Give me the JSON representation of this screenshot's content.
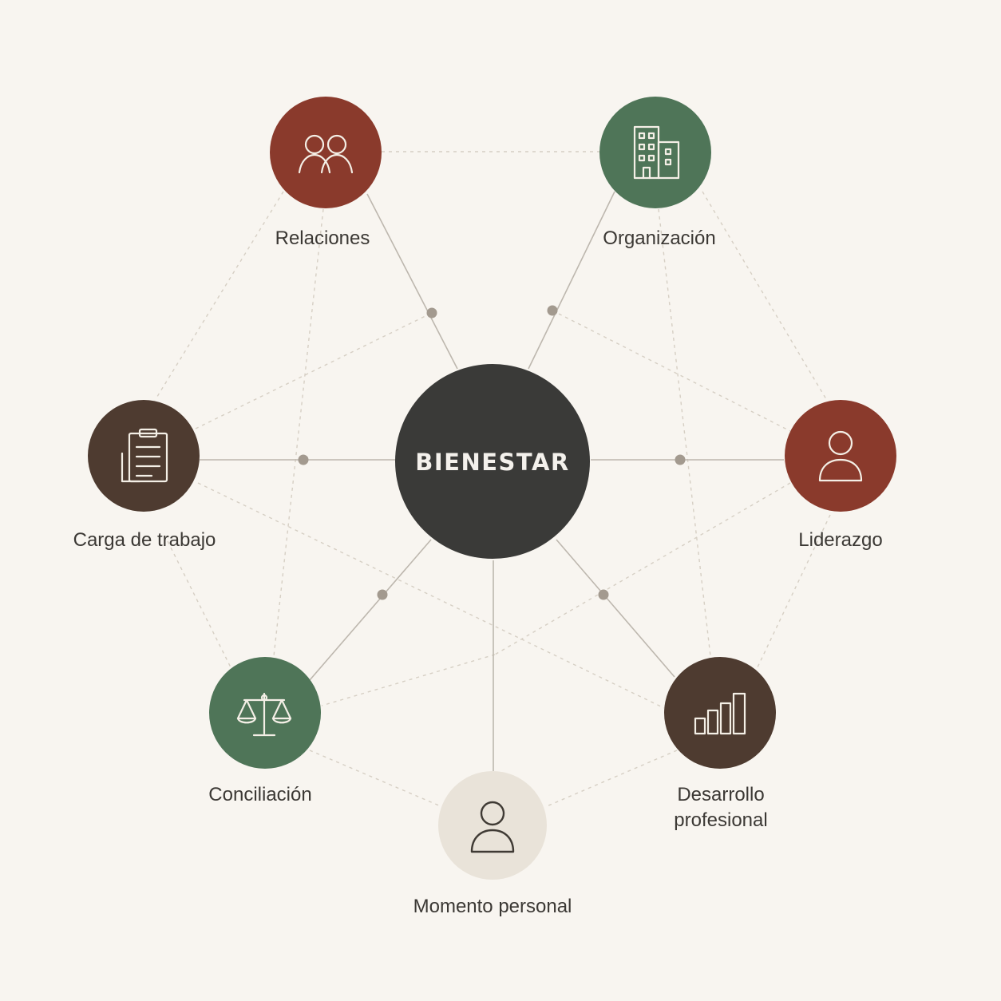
{
  "center": {
    "label": "BIENESTAR"
  },
  "nodes": [
    {
      "id": "relaciones",
      "label": "Relaciones",
      "icon": "people-icon",
      "color": "#8a3a2c"
    },
    {
      "id": "organizacion",
      "label": "Organización",
      "icon": "building-icon",
      "color": "#4f7558"
    },
    {
      "id": "liderazgo",
      "label": "Liderazgo",
      "icon": "person-icon",
      "color": "#8a3a2c"
    },
    {
      "id": "desarrollo",
      "label_lines": [
        "Desarrollo",
        "profesional"
      ],
      "icon": "bar-chart-icon",
      "color": "#4e3b30"
    },
    {
      "id": "momento",
      "label": "Momento personal",
      "icon": "person-icon",
      "color": "#e9e3d9"
    },
    {
      "id": "conciliacion",
      "label": "Conciliación",
      "icon": "scales-icon",
      "color": "#4f7558"
    },
    {
      "id": "carga",
      "label": "Carga de trabajo",
      "icon": "clipboard-icon",
      "color": "#4e3b30"
    }
  ],
  "colors": {
    "background": "#f8f5f0",
    "hub": "#3a3a38",
    "connector": "#bdb7ae",
    "dashed": "#d4cdc2",
    "junction": "#a39a8f"
  }
}
